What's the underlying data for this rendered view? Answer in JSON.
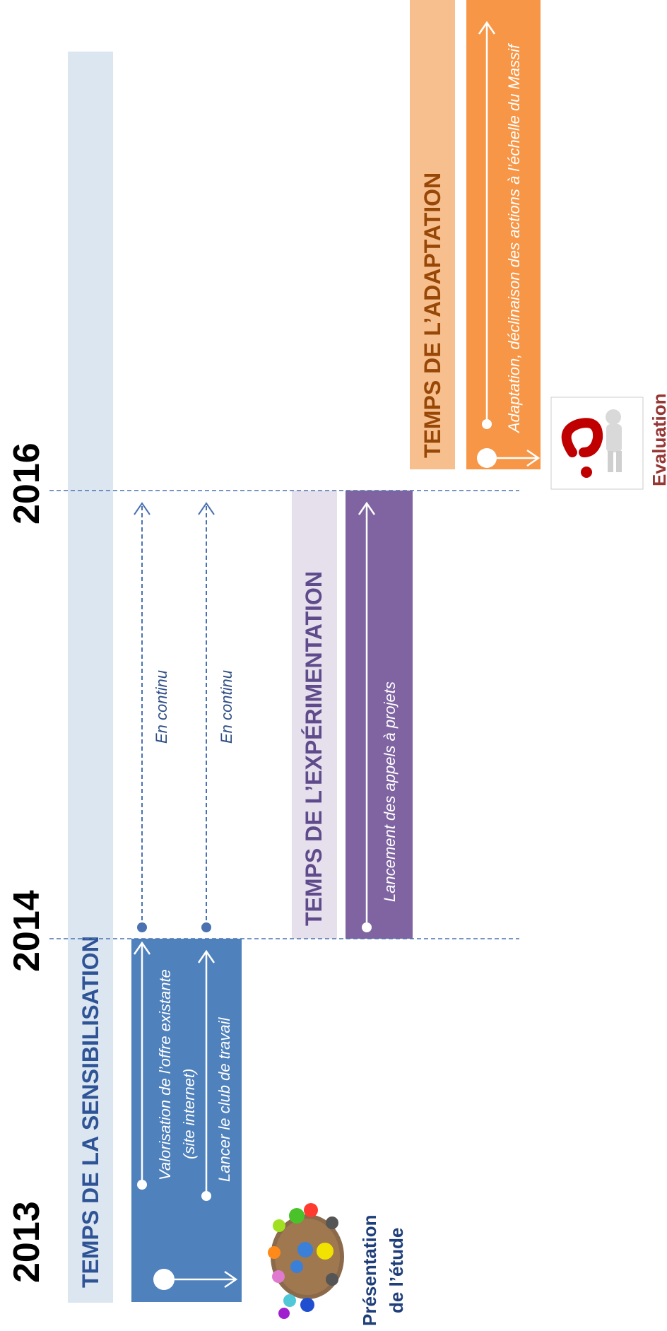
{
  "years": [
    "2013",
    "2014",
    "2016"
  ],
  "phases": {
    "sensibilisation": {
      "title": "TEMPS DE LA SENSIBILISATION",
      "actions": [
        {
          "line1": "Valorisation de l’offre existante",
          "line2": "(site internet)"
        },
        {
          "line1": "Lancer le club de travail"
        }
      ],
      "continuation": [
        "En continu",
        "En continu"
      ],
      "milestone": {
        "line1": "Présentation",
        "line2": "de l’étude"
      }
    },
    "experimentation": {
      "title": "TEMPS DE L’EXPÉRIMENTATION",
      "action": "Lancement des appels à projets"
    },
    "adaptation": {
      "title": "TEMPS DE L’ADAPTATION",
      "action": "Adaptation, déclinaison des actions à l’échelle du Massif",
      "milestone": "Evaluation"
    }
  },
  "colors": {
    "sensibilisation_light": "#dce6f1",
    "sensibilisation_dark": "#4f81bd",
    "sensibilisation_title": "#2f5496",
    "experimentation_light": "#e6dfec",
    "experimentation_dark": "#8064a2",
    "experimentation_title": "#5f4b8b",
    "adaptation_light": "#f8bf8e",
    "adaptation_dark": "#f79646",
    "adaptation_title": "#974706",
    "evaluation": "#953735",
    "milestone_blue": "#1f3f7a",
    "dashed": "#4a72b0"
  },
  "icons": [
    "meeting-table-icon",
    "question-mark-figure-icon"
  ]
}
